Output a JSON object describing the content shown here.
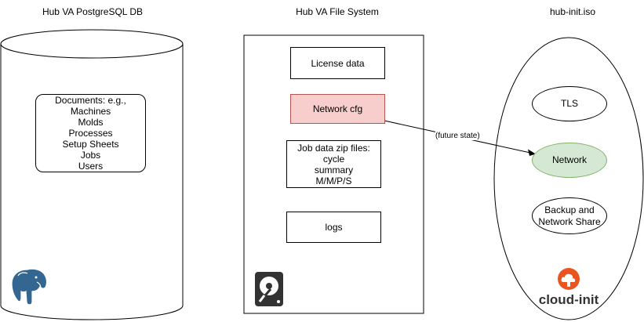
{
  "database": {
    "title": "Hub VA PostgreSQL DB",
    "documents": "Documents: e.g.,\nMachines\nMolds\nProcesses\nSetup Sheets\nJobs\nUsers",
    "icon": "postgresql-elephant-icon"
  },
  "filesystem": {
    "title": "Hub VA File System",
    "license": "License data",
    "network_cfg": "Network cfg",
    "job_data": "Job data zip files:\ncycle\nsummary\nM/M/P/S",
    "logs": "logs",
    "icon": "hard-drive-icon"
  },
  "iso": {
    "title": "hub-init.iso",
    "tls": "TLS",
    "network": "Network",
    "backup": "Backup and\nNetwork Share",
    "logo_text": "cloud-init"
  },
  "edge": {
    "label": "(future state)"
  },
  "colors": {
    "network_cfg_fill": "#f8cecc",
    "network_cfg_stroke": "#b85450",
    "network_fill": "#d5e8d4",
    "network_stroke": "#82b366",
    "postgres_blue": "#336791",
    "cloudinit_orange": "#e95420"
  }
}
